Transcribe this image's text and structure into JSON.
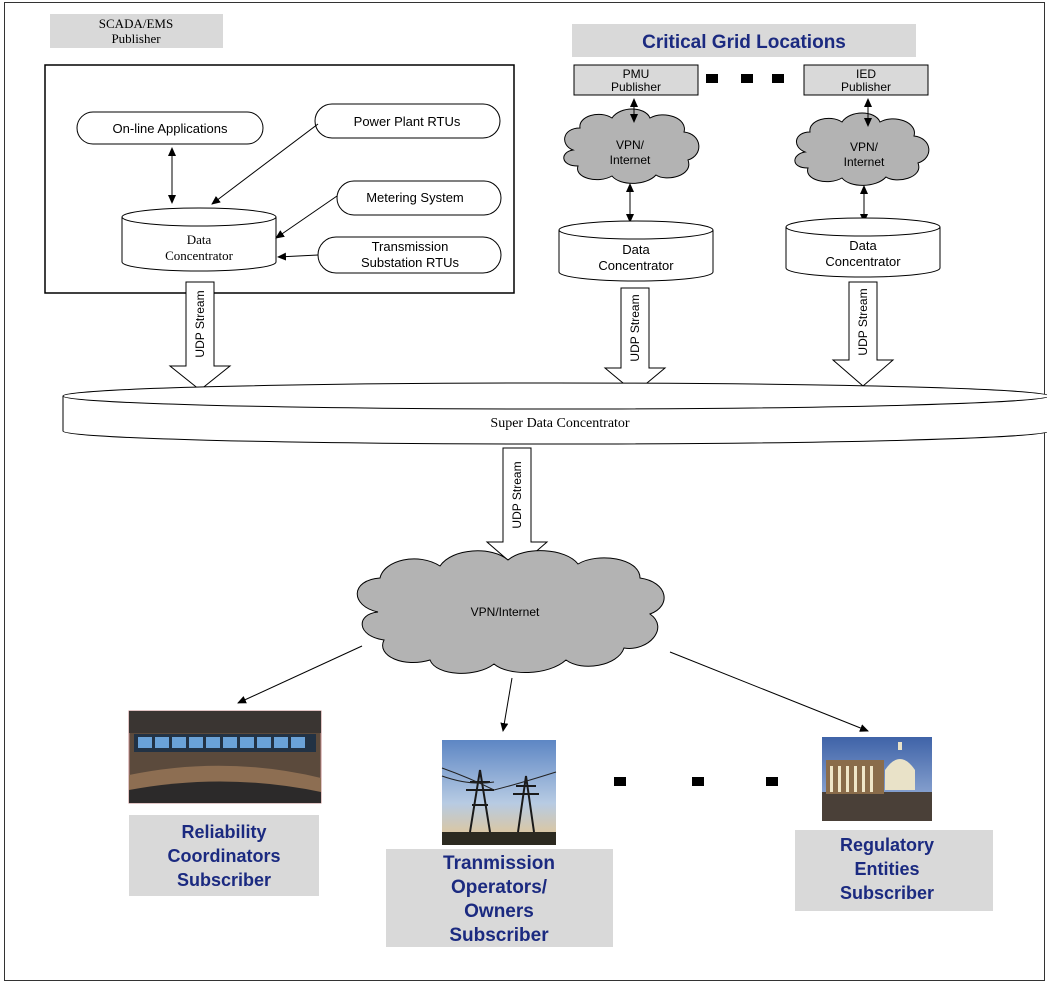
{
  "publisher": {
    "label_line1": "SCADA/EMS",
    "label_line2": "Publisher"
  },
  "scada_box": {
    "online_applications": "On-line Applications",
    "power_plant_rtus": "Power Plant RTUs",
    "metering_system": "Metering System",
    "transmission_rtus_line1": "Transmission",
    "transmission_rtus_line2": "Substation RTUs",
    "data_concentrator_line1": "Data",
    "data_concentrator_line2": "Concentrator"
  },
  "critical_grid": {
    "title": "Critical Grid Locations",
    "pmu_line1": "PMU",
    "pmu_line2": "Publisher",
    "ied_line1": "IED",
    "ied_line2": "Publisher",
    "vpn_line1": "VPN/",
    "vpn_line2": "Internet",
    "dc_line1": "Data",
    "dc_line2": "Concentrator"
  },
  "stream_label": "UDP Stream",
  "super_concentrator": "Super Data Concentrator",
  "vpn_internet": "VPN/Internet",
  "subscribers": {
    "reliability": [
      "Reliability",
      "Coordinators",
      "Subscriber"
    ],
    "transmission": [
      "Tranmission",
      "Operators/",
      "Owners",
      "Subscriber"
    ],
    "regulatory": [
      "Regulatory",
      "Entities",
      "Subscriber"
    ]
  },
  "colors": {
    "label_box": "#d9d9d9",
    "cloud": "#b3b3b3",
    "title_navy": "#1b2a80"
  }
}
